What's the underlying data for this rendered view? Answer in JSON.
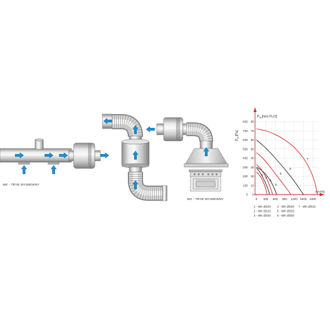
{
  "diagrams": {
    "left": {
      "label": "WK - TRYB WYWIEWNY"
    },
    "right": {
      "label": "WK - TRYB WYWIEWNY"
    }
  },
  "colors": {
    "arrow": "#1e8ccb",
    "axis": "#d42a30"
  },
  "chart_data": {
    "type": "line",
    "ylabel": {
      "symbol": "P",
      "subscript": "st",
      "unit": "[Pa]"
    },
    "y2label": {
      "symbol": "P",
      "subscript": "st",
      "unit": "[mm H₂O]"
    },
    "xlabel": "V[m³/h]",
    "xlim": [
      0,
      2000
    ],
    "ylim": [
      0,
      800
    ],
    "xticks": [
      "0",
      "300",
      "600",
      "900",
      "1200",
      "1500",
      "1800"
    ],
    "yticks": [
      "0",
      "100",
      "200",
      "300",
      "400",
      "500",
      "600",
      "700",
      "800"
    ],
    "y2ticks": [
      "0",
      "10",
      "20",
      "30",
      "40",
      "50",
      "60",
      "70",
      "80"
    ],
    "grid": true,
    "series": [
      {
        "label": "1",
        "name": "1 - WK Ø100",
        "color": "#d42a30",
        "points": [
          [
            0,
            250
          ],
          [
            80,
            220
          ],
          [
            160,
            180
          ],
          [
            240,
            120
          ],
          [
            300,
            60
          ],
          [
            340,
            0
          ]
        ]
      },
      {
        "label": "2",
        "name": "2 - WK Ø125",
        "color": "#2e2e2e",
        "points": [
          [
            0,
            290
          ],
          [
            100,
            250
          ],
          [
            200,
            190
          ],
          [
            300,
            120
          ],
          [
            380,
            50
          ],
          [
            420,
            0
          ]
        ]
      },
      {
        "label": "3",
        "name": "3 - WK Ø150",
        "color": "#d42a30",
        "points": [
          [
            0,
            330
          ],
          [
            120,
            290
          ],
          [
            240,
            230
          ],
          [
            360,
            150
          ],
          [
            460,
            60
          ],
          [
            520,
            0
          ]
        ]
      },
      {
        "label": "4",
        "name": "4 - WK Ø160",
        "color": "#2e2e2e",
        "points": [
          [
            0,
            300
          ],
          [
            150,
            270
          ],
          [
            300,
            220
          ],
          [
            450,
            150
          ],
          [
            580,
            60
          ],
          [
            650,
            0
          ]
        ]
      },
      {
        "label": "5",
        "name": "5 - WK Ø200",
        "color": "#d42a30",
        "points": [
          [
            0,
            460
          ],
          [
            200,
            400
          ],
          [
            400,
            320
          ],
          [
            600,
            230
          ],
          [
            800,
            140
          ],
          [
            1000,
            50
          ],
          [
            1100,
            0
          ]
        ]
      },
      {
        "label": "6",
        "name": "6 - WK Ø250",
        "color": "#2e2e2e",
        "points": [
          [
            0,
            600
          ],
          [
            300,
            510
          ],
          [
            600,
            400
          ],
          [
            900,
            280
          ],
          [
            1200,
            150
          ],
          [
            1500,
            0
          ]
        ]
      },
      {
        "label": "7",
        "name": "7 - WK Ø315",
        "color": "#d42a30",
        "points": [
          [
            0,
            720
          ],
          [
            300,
            700
          ],
          [
            600,
            660
          ],
          [
            900,
            600
          ],
          [
            1200,
            520
          ],
          [
            1500,
            400
          ],
          [
            1700,
            280
          ],
          [
            1850,
            150
          ],
          [
            1950,
            0
          ]
        ]
      }
    ]
  }
}
